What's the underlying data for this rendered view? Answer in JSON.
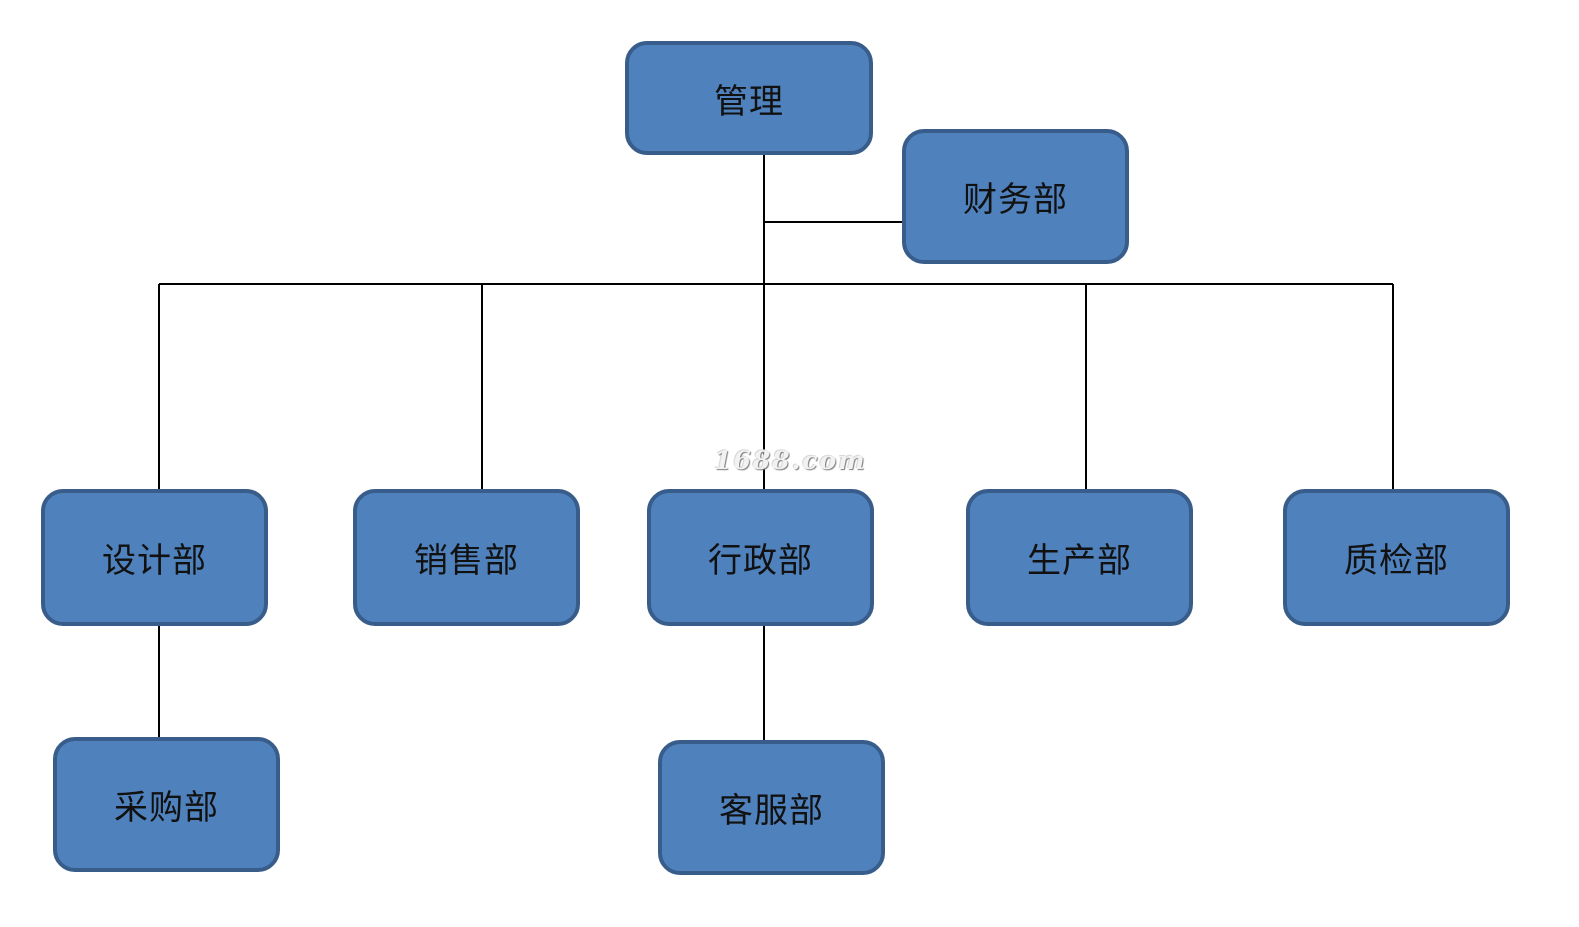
{
  "diagram": {
    "root": {
      "label": "管理"
    },
    "finance": {
      "label": "财务部"
    },
    "departments": {
      "design": {
        "label": "设计部"
      },
      "sales": {
        "label": "销售部"
      },
      "admin": {
        "label": "行政部"
      },
      "production": {
        "label": "生产部"
      },
      "quality": {
        "label": "质检部"
      }
    },
    "sub_departments": {
      "purchasing": {
        "label": "采购部",
        "parent": "设计部"
      },
      "customer_service": {
        "label": "客服部",
        "parent": "行政部"
      }
    }
  },
  "watermark": {
    "text": "1688.com"
  },
  "colors": {
    "node_fill": "#4f81bd",
    "node_border": "#385d8a",
    "connector": "#000000"
  }
}
